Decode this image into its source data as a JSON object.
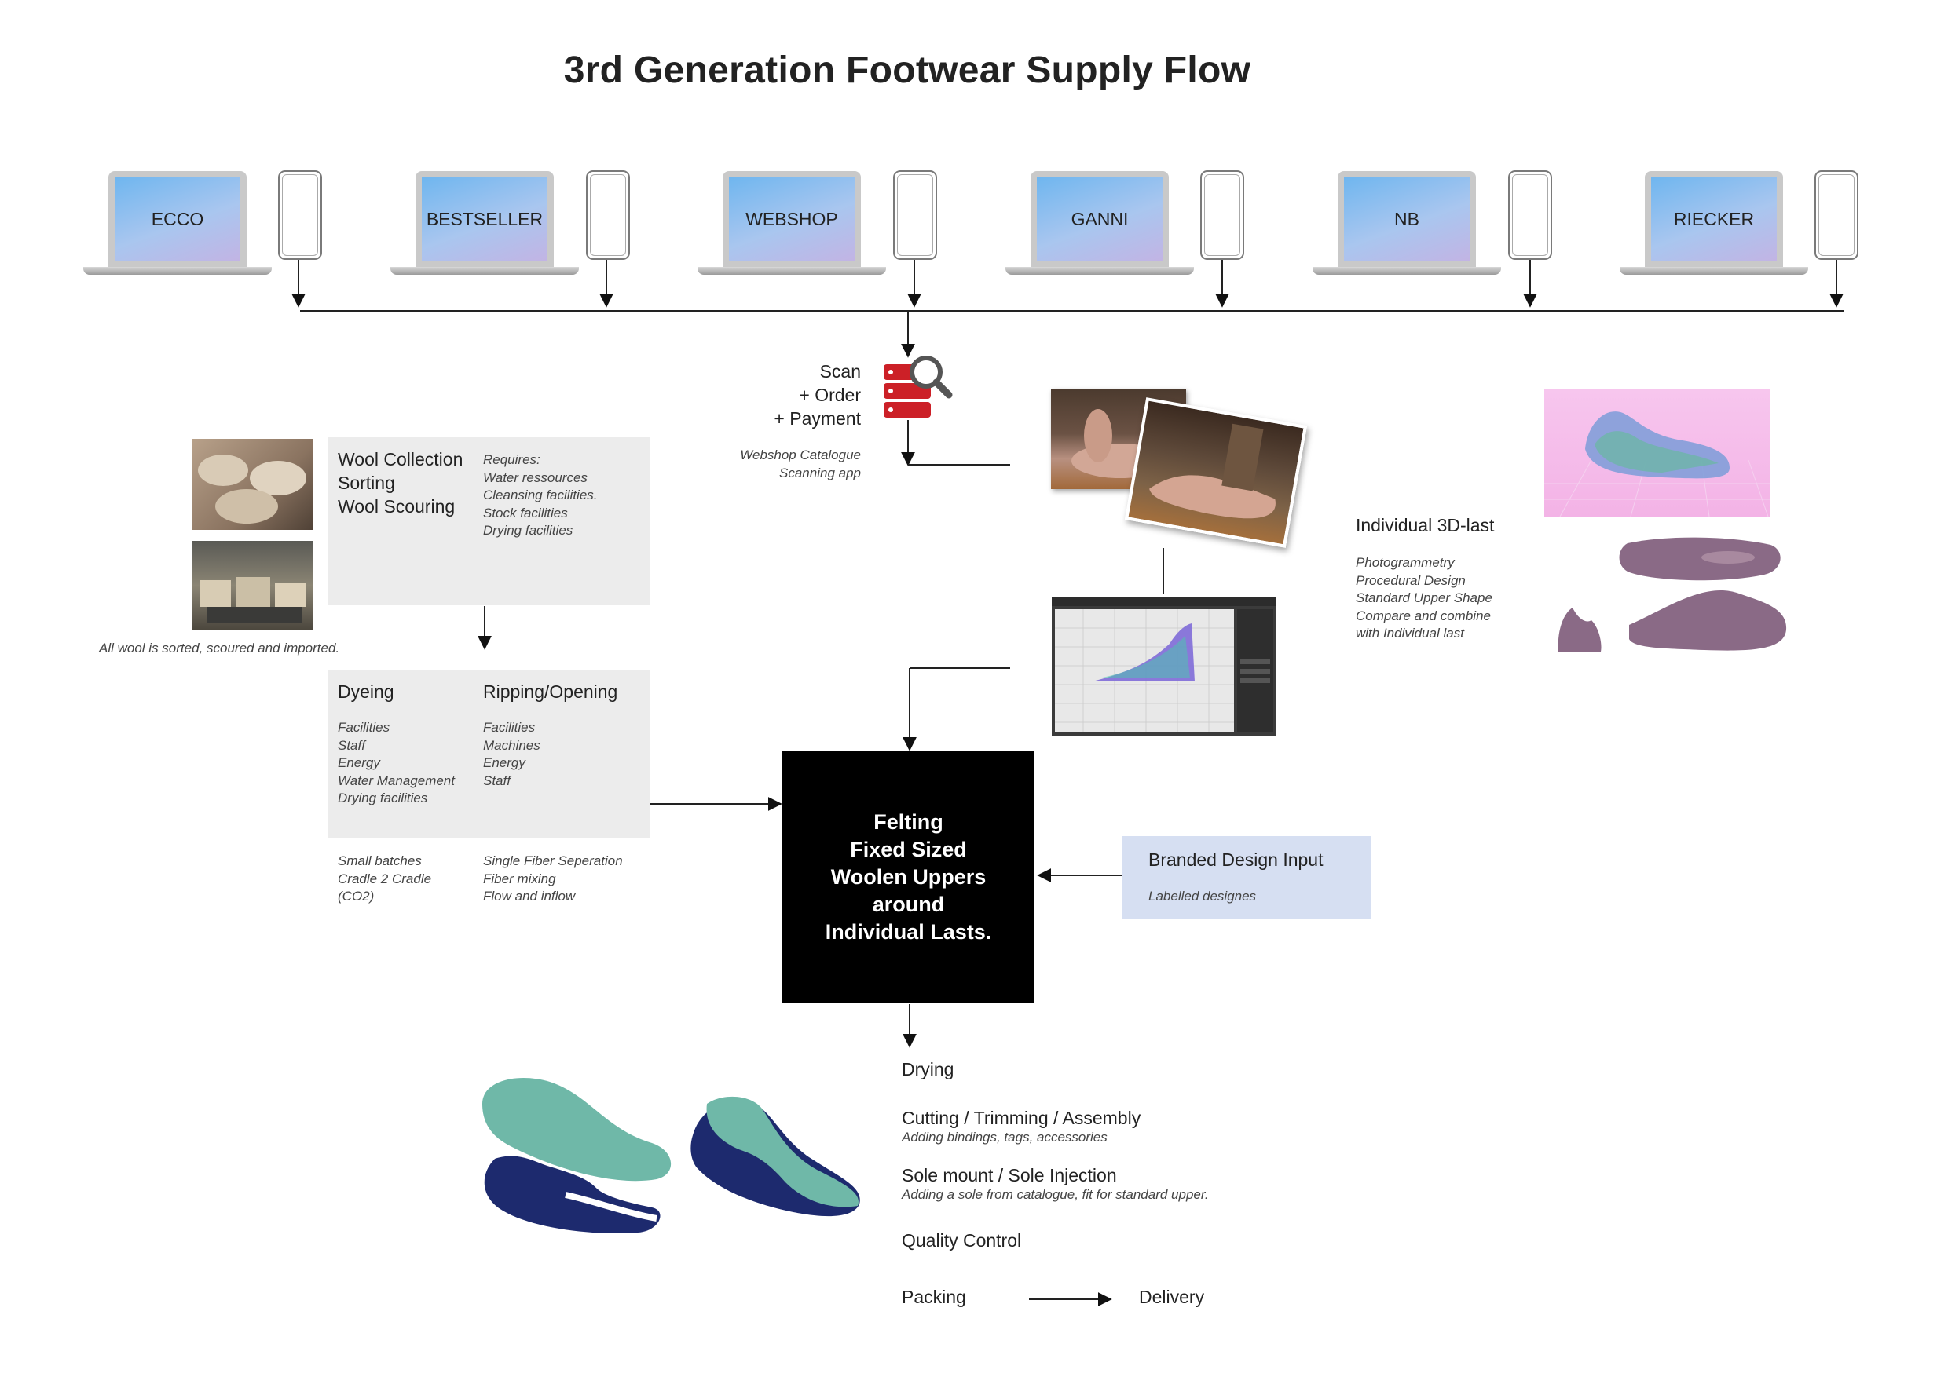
{
  "title": "3rd Generation Footwear Supply Flow",
  "brands": [
    "ECCO",
    "BESTSELLER",
    "WEBSHOP",
    "GANNI",
    "NB",
    "RIECKER"
  ],
  "scan": {
    "lines": [
      "Scan",
      "+ Order",
      "+ Payment"
    ],
    "notes": [
      "Webshop Catalogue",
      "Scanning app"
    ]
  },
  "wool_box": {
    "steps": [
      "Wool Collection",
      "Sorting",
      "Wool Scouring"
    ],
    "requirements": [
      "Requires:",
      "Water ressources",
      "Cleansing facilities.",
      "Stock facilities",
      "Drying facilities"
    ],
    "caption": "All wool is sorted, scoured and imported."
  },
  "dye_box": {
    "dyeing": {
      "title": "Dyeing",
      "items": [
        "Facilities",
        "Staff",
        "Energy",
        "Water Management",
        "Drying facilities"
      ],
      "notes": [
        "Small batches",
        "Cradle 2 Cradle",
        "(CO2)"
      ]
    },
    "ripping": {
      "title": "Ripping/Opening",
      "items": [
        "Facilities",
        "Machines",
        "Energy",
        "Staff"
      ],
      "notes": [
        "Single Fiber Seperation",
        "Fiber mixing",
        "Flow and inflow"
      ]
    }
  },
  "felting": [
    "Felting",
    "Fixed Sized",
    "Woolen Uppers",
    "around",
    "Individual Lasts."
  ],
  "branded": {
    "title": "Branded Design Input",
    "sub": "Labelled designes"
  },
  "last": {
    "title": "Individual 3D-last",
    "items": [
      "Photogrammetry",
      "Procedural Design",
      "Standard Upper Shape",
      "Compare and combine",
      "with Individual last"
    ]
  },
  "steps": {
    "drying": "Drying",
    "cutting": {
      "title": "Cutting / Trimming / Assembly",
      "sub": "Adding bindings, tags, accessories"
    },
    "sole": {
      "title": "Sole mount / Sole Injection",
      "sub": "Adding a sole from catalogue, fit for standard upper."
    },
    "qc": "Quality Control",
    "packing": "Packing",
    "delivery": "Delivery"
  },
  "colors": {
    "felting_bg": "#000000",
    "branded_bg": "#d6dff2",
    "process_box_bg": "#ececec",
    "server_red": "#cc2027",
    "felt_teal": "#6fb8a8",
    "felt_navy": "#1d2a6e",
    "last_purple": "#8a6a86"
  }
}
